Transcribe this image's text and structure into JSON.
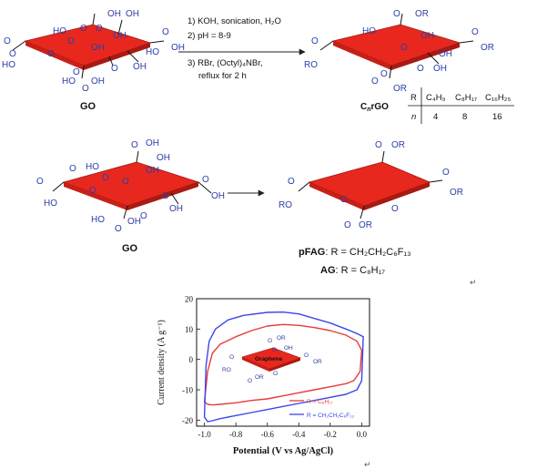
{
  "colors": {
    "sheet": "#e8281e",
    "sheet_edge": "#9c1a12",
    "group_blue": "#2b3fa8",
    "text": "#111111",
    "red_series": "#e83a3a",
    "blue_series": "#3a47e8",
    "arrow": "#222222"
  },
  "scheme1": {
    "left_label": "GO",
    "right_label_parts": [
      "C",
      "n",
      "rGO"
    ],
    "conditions": [
      "1) KOH, sonication, H₂O",
      "2) pH = 8-9",
      "3) RBr, (Octyl)₄NBr,",
      "reflux for 2 h"
    ],
    "table": {
      "row1_head": "R",
      "row2_head": "n",
      "r_values": [
        "C₄H₉",
        "C₈H₁₇",
        "C₁₆H₂₅"
      ],
      "n_values": [
        "4",
        "8",
        "16"
      ]
    },
    "left_groups": [
      "OH",
      "OH",
      "HO",
      "O",
      "O",
      "OH",
      "O",
      "O",
      "OH",
      "HO",
      "O",
      "O",
      "OH",
      "O",
      "OH",
      "HO",
      "O",
      "OH",
      "O",
      "HO",
      "O"
    ],
    "right_groups": [
      "OR",
      "O",
      "HO",
      "OH",
      "O",
      "OR",
      "O",
      "RO",
      "O",
      "OH",
      "O",
      "OH",
      "O",
      "OR",
      "O"
    ]
  },
  "scheme2": {
    "left_label": "GO",
    "left_groups": [
      "O",
      "OH",
      "HO",
      "O",
      "O",
      "OH",
      "O",
      "O",
      "OH",
      "HO",
      "O",
      "O",
      "OH",
      "O",
      "OH",
      "HO",
      "O",
      "OH",
      "O"
    ],
    "right_groups": [
      "O",
      "OR",
      "O",
      "OR",
      "O",
      "RO",
      "O",
      "O",
      "O",
      "OR"
    ],
    "pfag_label": "pFAG",
    "pfag_formula": ": R = CH₂CH₂C₆F₁₃",
    "ag_label": "AG",
    "ag_formula": ": R = C₈H₁₇",
    "return_mark": "↵"
  },
  "chart_data": {
    "type": "line",
    "xlabel": "Potential (V vs Ag/AgCl)",
    "ylabel": "Current density (A g⁻¹)",
    "xlim": [
      -1.05,
      0.05
    ],
    "ylim": [
      -22,
      20
    ],
    "x_ticks": [
      "-1.0",
      "-0.8",
      "-0.6",
      "-0.4",
      "-0.2",
      "0.0"
    ],
    "x_tick_values": [
      -1.0,
      -0.8,
      -0.6,
      -0.4,
      -0.2,
      0.0
    ],
    "y_ticks": [
      "20",
      "10",
      "0",
      "-10",
      "-20"
    ],
    "y_tick_values": [
      20,
      10,
      0,
      -10,
      -20
    ],
    "inset_label": "Graphene",
    "inset_groups": [
      "O",
      "OR",
      "O",
      "OH",
      "O",
      "OR",
      "O",
      "OR",
      "RO",
      "O",
      "O"
    ],
    "legend_placement": "bottom-right",
    "series": [
      {
        "name": "R = C₈H₁₇",
        "color": "#e83a3a",
        "x": [
          -1.0,
          -0.98,
          -0.95,
          -0.9,
          -0.8,
          -0.7,
          -0.6,
          -0.5,
          -0.4,
          -0.3,
          -0.2,
          -0.1,
          -0.03,
          0.0,
          -0.01,
          -0.05,
          -0.1,
          -0.2,
          -0.3,
          -0.4,
          -0.5,
          -0.6,
          -0.7,
          -0.8,
          -0.9,
          -0.95,
          -0.98,
          -1.0
        ],
        "y": [
          -14,
          -4,
          2,
          5,
          7.5,
          9.5,
          11,
          11.5,
          11.2,
          10.5,
          9.5,
          8,
          6,
          3,
          -4,
          -7,
          -8,
          -9,
          -10,
          -11,
          -12,
          -13,
          -13.5,
          -14.3,
          -14.8,
          -15,
          -14.8,
          -14
        ]
      },
      {
        "name": "R = CH₂CH₂C₆F₁₃",
        "color": "#3a47e8",
        "x": [
          -1.0,
          -0.99,
          -0.97,
          -0.93,
          -0.85,
          -0.75,
          -0.6,
          -0.5,
          -0.4,
          -0.3,
          -0.2,
          -0.1,
          -0.03,
          0.01,
          0.0,
          -0.03,
          -0.1,
          -0.2,
          -0.3,
          -0.4,
          -0.5,
          -0.6,
          -0.7,
          -0.8,
          -0.9,
          -0.95,
          -0.98,
          -1.0
        ],
        "y": [
          -19,
          -2,
          6,
          10,
          13,
          14.5,
          15.5,
          15.6,
          15,
          13.5,
          12,
          10,
          8.5,
          7.5,
          -7,
          -10,
          -11.5,
          -12.5,
          -13.5,
          -14.5,
          -15.5,
          -16.5,
          -17.5,
          -18.5,
          -19.5,
          -20.2,
          -20.5,
          -19
        ]
      }
    ]
  },
  "bottom_return_mark": "↵"
}
